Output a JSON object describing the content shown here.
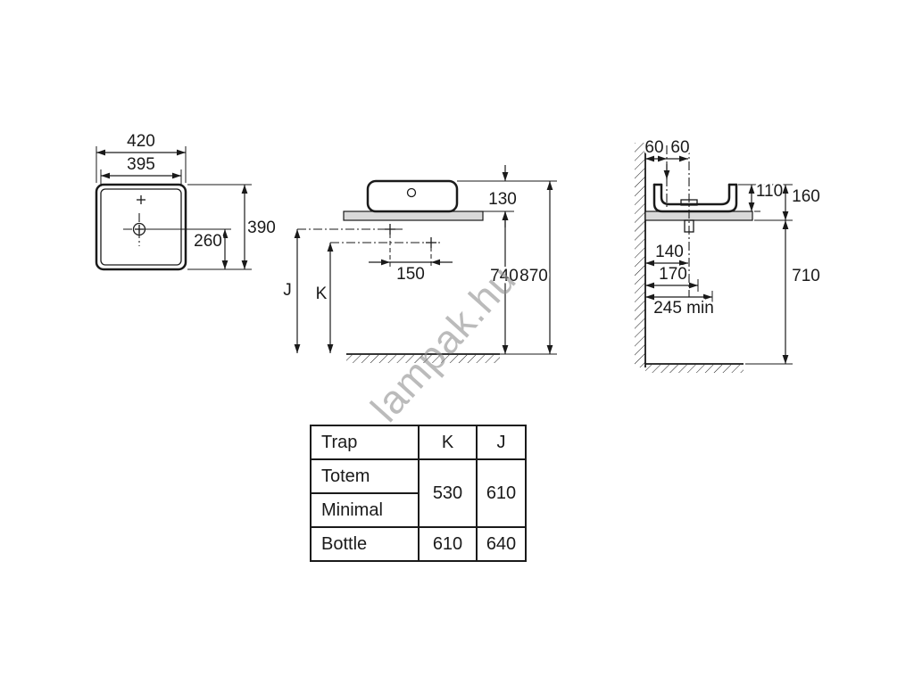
{
  "watermark": "lampak.hu",
  "top_view": {
    "dim_420": "420",
    "dim_395": "395",
    "dim_390": "390",
    "dim_260": "260"
  },
  "front_view": {
    "dim_130": "130",
    "dim_740": "740",
    "dim_870": "870",
    "dim_150": "150",
    "label_j": "J",
    "label_k": "K"
  },
  "side_view": {
    "dim_60_left": "60",
    "dim_60_right": "60",
    "dim_110": "110",
    "dim_160": "160",
    "dim_710": "710",
    "dim_140": "140",
    "dim_170": "170",
    "dim_245": "245 min"
  },
  "table": {
    "headers": {
      "trap": "Trap",
      "k": "K",
      "j": "J"
    },
    "rows": {
      "totem": "Totem",
      "minimal": "Minimal",
      "bottle": "Bottle"
    },
    "values": {
      "totem_minimal_k": "530",
      "totem_minimal_j": "610",
      "bottle_k": "610",
      "bottle_j": "640"
    }
  }
}
